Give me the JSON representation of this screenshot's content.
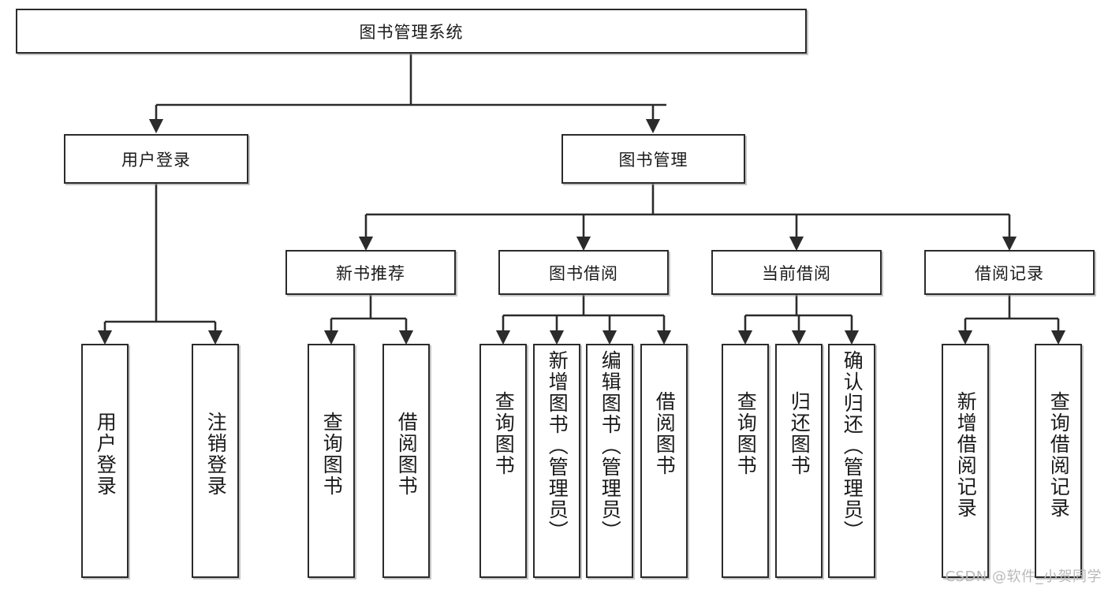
{
  "diagram": {
    "title": "图书管理系统",
    "type": "tree-hierarchy",
    "root": {
      "label": "图书管理系统"
    },
    "level2": [
      {
        "label": "用户登录"
      },
      {
        "label": "图书管理"
      }
    ],
    "level3": [
      {
        "label": "新书推荐"
      },
      {
        "label": "图书借阅"
      },
      {
        "label": "当前借阅"
      },
      {
        "label": "借阅记录"
      }
    ],
    "leaves": {
      "user_login": [
        {
          "label": "用户登录"
        },
        {
          "label": "注销登录"
        }
      ],
      "new_book_recommend": [
        {
          "label": "查询图书"
        },
        {
          "label": "借阅图书"
        }
      ],
      "book_borrow": [
        {
          "label": "查询图书"
        },
        {
          "label": "新增图书（管理员）"
        },
        {
          "label": "编辑图书（管理员）"
        },
        {
          "label": "借阅图书"
        }
      ],
      "current_borrow": [
        {
          "label": "查询图书"
        },
        {
          "label": "归还图书"
        },
        {
          "label": "确认归还（管理员）"
        }
      ],
      "borrow_record": [
        {
          "label": "新增借阅记录"
        },
        {
          "label": "查询借阅记录"
        }
      ]
    },
    "watermark": "CSDN @软件_小贺同学",
    "colors": {
      "stroke": "#2b2b2b",
      "fill": "#ffffff",
      "text": "#1a1a1a",
      "watermark": "#b9b9b9"
    }
  }
}
